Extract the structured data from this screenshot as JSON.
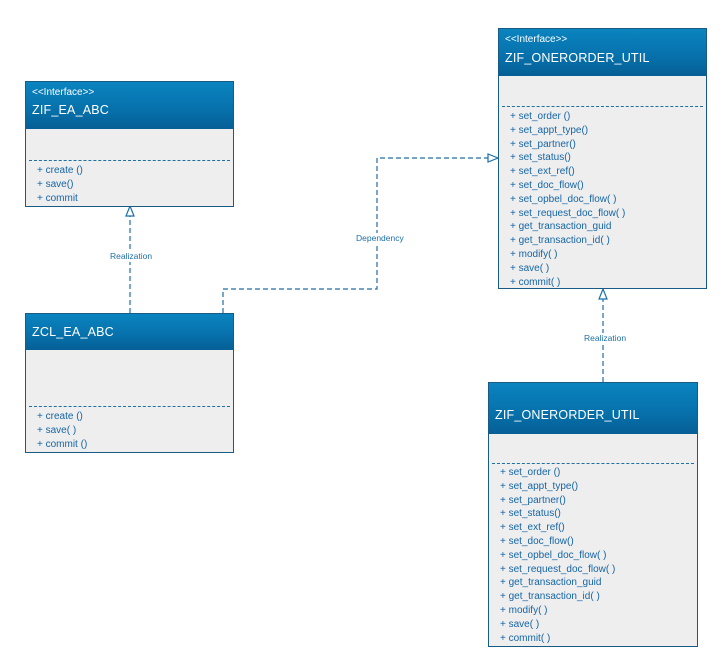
{
  "diagram": {
    "classes": {
      "zif_ea_abc": {
        "stereotype": "<<Interface>>",
        "name": "ZIF_EA_ABC",
        "operations": [
          "+ create ()",
          "+ save()",
          "+ commit"
        ]
      },
      "zcl_ea_abc": {
        "name": "ZCL_EA_ABC",
        "operations": [
          "+ create ()",
          "+ save( )",
          "+ commit ()"
        ]
      },
      "zif_onerorder_util": {
        "stereotype": "<<Interface>>",
        "name": "ZIF_ONERORDER_UTIL",
        "operations": [
          "+ set_order ()",
          "+ set_appt_type()",
          "+ set_partner()",
          "+ set_status()",
          "+ set_ext_ref()",
          "+ set_doc_flow()",
          "+ set_opbel_doc_flow( )",
          "+ set_request_doc_flow( )",
          "+ get_transaction_guid",
          "+ get_transaction_id( )",
          "+ modify( )",
          "+ save( )",
          "+ commit( )"
        ]
      },
      "zif_onerorder_util_impl": {
        "name": "ZIF_ONERORDER_UTIL",
        "operations": [
          "+ set_order ()",
          "+ set_appt_type()",
          "+ set_partner()",
          "+ set_status()",
          "+ set_ext_ref()",
          "+ set_doc_flow()",
          "+ set_opbel_doc_flow( )",
          "+ set_request_doc_flow( )",
          "+ get_transaction_guid",
          "+ get_transaction_id( )",
          "+ modify( )",
          "+ save( )",
          "+ commit( )"
        ]
      }
    },
    "relations": {
      "realization_left": "Realization",
      "dependency": "Dependency",
      "realization_right": "Realization"
    },
    "colors": {
      "header": "#0772ad",
      "body": "#eeeeee",
      "line": "#1d6fa7",
      "text": "#1565a6"
    }
  }
}
